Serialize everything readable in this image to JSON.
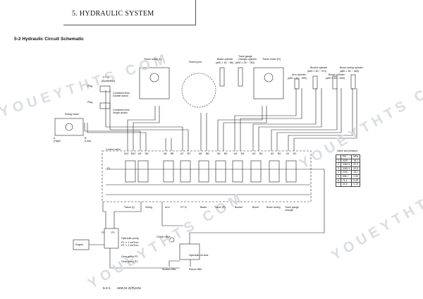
{
  "header": {
    "title": "5. HYDRAULIC SYSTEM"
  },
  "section": {
    "title": "5-2 Hydraulic Circuit Schematic"
  },
  "footer": {
    "page": "5-2-1",
    "model": "SDK31-E(R)10U"
  },
  "top_labels": {
    "travel_motor_l": "Travel motor (L)",
    "swivel_joint": "Swivel joint",
    "blade_cylinder": "Blade cylinder",
    "blade_cylinder_dim": "(ø90 × 45 − 88)",
    "track_gauge_cylinder": "Track gauge\nchanger cylinder",
    "track_gauge_cylinder_dim": "(ø90 × 25 − 750)",
    "travel_motor_r": "Travel motor (R)",
    "bucket_cylinder": "Bucket cylinder",
    "bucket_cylinder_dim": "(ø90 × 50 − 370)",
    "boom_swing_cylinder": "Boom swing cylinder",
    "boom_swing_cylinder_dim": "(ø80 × 35 − 383)",
    "arm_cylinder": "Arm cylinder",
    "arm_cylinder_dim": "(ø90 × 50 − 390)",
    "boom_cylinder": "Boom cylinder",
    "boom_cylinder_dim": "(ø90 × 50 − 535)"
  },
  "left_labels": {
    "pto": "P.T.O.",
    "boom_end": "(Boom end)",
    "plug1": "Plug",
    "plug2": "Plug",
    "combined_double": "Combined flow\nDouble action",
    "combined_single": "Combined flow\nSingle action",
    "swing_motor": "Swing motor",
    "a_high": "A\n(High)",
    "b_low": "B\n(Low)",
    "control_valve": "Control valve",
    "p1": "P1",
    "p2": "P2",
    "p3": "P3"
  },
  "port_labels": [
    "A10",
    "B10",
    "A9",
    "B9",
    "A8",
    "B8",
    "A7",
    "B7",
    "A6",
    "B6",
    "A5",
    "B5",
    "A4",
    "B4",
    "A3",
    "B3",
    "A2",
    "B2",
    "A1",
    "B1"
  ],
  "sections": [
    "Travel (L)",
    "Swing",
    "Arm",
    "P.T.O.",
    "Blade",
    "Travel (R)",
    "Bucket",
    "Boom",
    "Boom swing",
    "Track gauge\nchange"
  ],
  "bottom_labels": {
    "engine": "Engine",
    "hydraulic_pump": "Hydraulic pump",
    "pump_p1_p2": "P1 ⇒ 1 cm³/rev\nP2 ⇒ 1 cm³/rev",
    "gear_pump_p3": "Gear pump P3",
    "gear_pump_p1": "Gear pump P1",
    "check_valve": "Check valve",
    "hydraulic_oil_tank": "Hydraulic oil tank",
    "suction_filter": "Suction filter",
    "return_filter": "Return filter"
  },
  "valve_table": {
    "title": "Valve set pressure",
    "headers": [
      "",
      "PSI",
      "MPa"
    ],
    "rows": [
      [
        "1",
        "3220",
        "18.1"
      ],
      [
        "2",
        "3262.3",
        "22.5"
      ],
      [
        "3",
        "3262.3",
        "22.5"
      ],
      [
        "4",
        "2220",
        "18.1"
      ],
      [
        "5",
        "896.7",
        "2.90"
      ],
      [
        "6",
        "71.1",
        "0.49"
      ],
      [
        "7",
        "21.8",
        "0.15"
      ]
    ]
  },
  "watermarks": [
    "YOUEYTHTS COM",
    "YOUEYTHTS COM",
    "YOUEYTHTS COM",
    "YOUEYTHTS COM"
  ]
}
